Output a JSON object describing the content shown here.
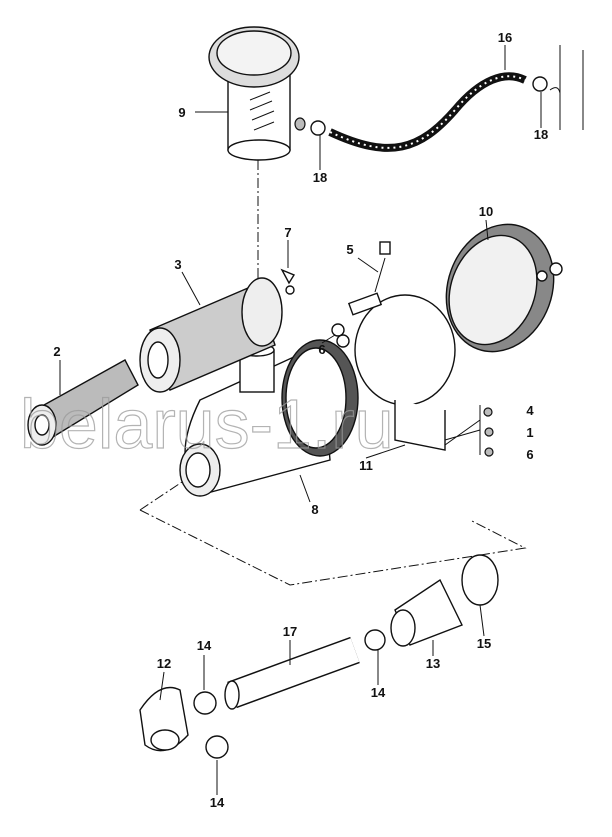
{
  "diagram": {
    "watermark": "belarus-1.ru",
    "callouts": {
      "c16": "16",
      "c9": "9",
      "c18a": "18",
      "c18b": "18",
      "c10": "10",
      "c7": "7",
      "c5": "5",
      "c3": "3",
      "c6a": "6",
      "c2": "2",
      "c4": "4",
      "c1": "1",
      "c6b": "6",
      "c11": "11",
      "c8": "8",
      "c17": "17",
      "c12": "12",
      "c14a": "14",
      "c15": "15",
      "c13": "13",
      "c14b": "14",
      "c14c": "14"
    }
  }
}
